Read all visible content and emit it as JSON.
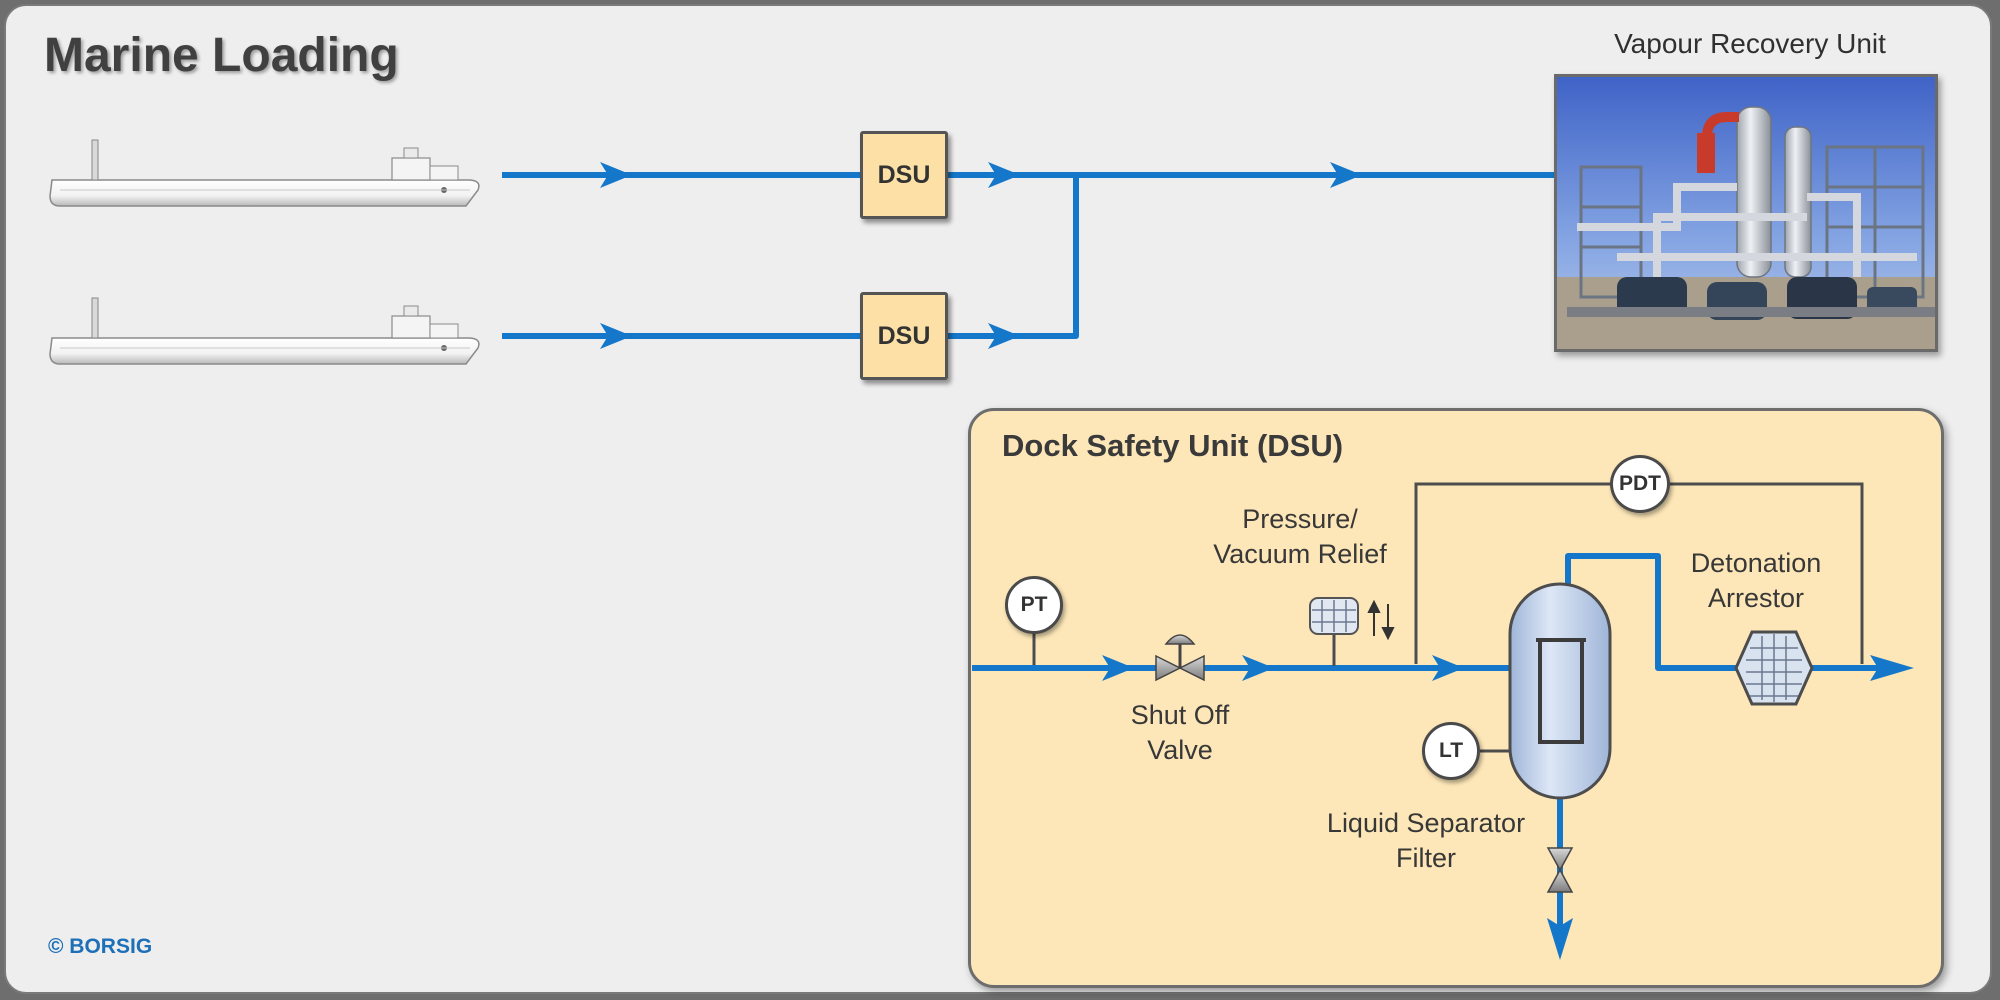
{
  "header": {
    "title": "Marine Loading"
  },
  "vru": {
    "label": "Vapour Recovery Unit"
  },
  "flow": {
    "dsu_upper": "DSU",
    "dsu_lower": "DSU"
  },
  "panel": {
    "title": "Dock Safety Unit (DSU)",
    "instruments": {
      "pt": "PT",
      "pdt": "PDT",
      "lt": "LT"
    },
    "labels": {
      "pressure_relief_1": "Pressure/",
      "pressure_relief_2": "Vacuum Relief",
      "shut_off_1": "Shut Off",
      "shut_off_2": "Valve",
      "detonation_1": "Detonation",
      "detonation_2": "Arrestor",
      "separator_1": "Liquid Separator",
      "separator_2": "Filter"
    }
  },
  "footer": {
    "copyright": "© BORSIG"
  },
  "colors": {
    "pipe": "#1577c9",
    "panel": "#fde7b8",
    "dsu_box": "#fde0a6",
    "vessel": "#c9d8ee"
  }
}
